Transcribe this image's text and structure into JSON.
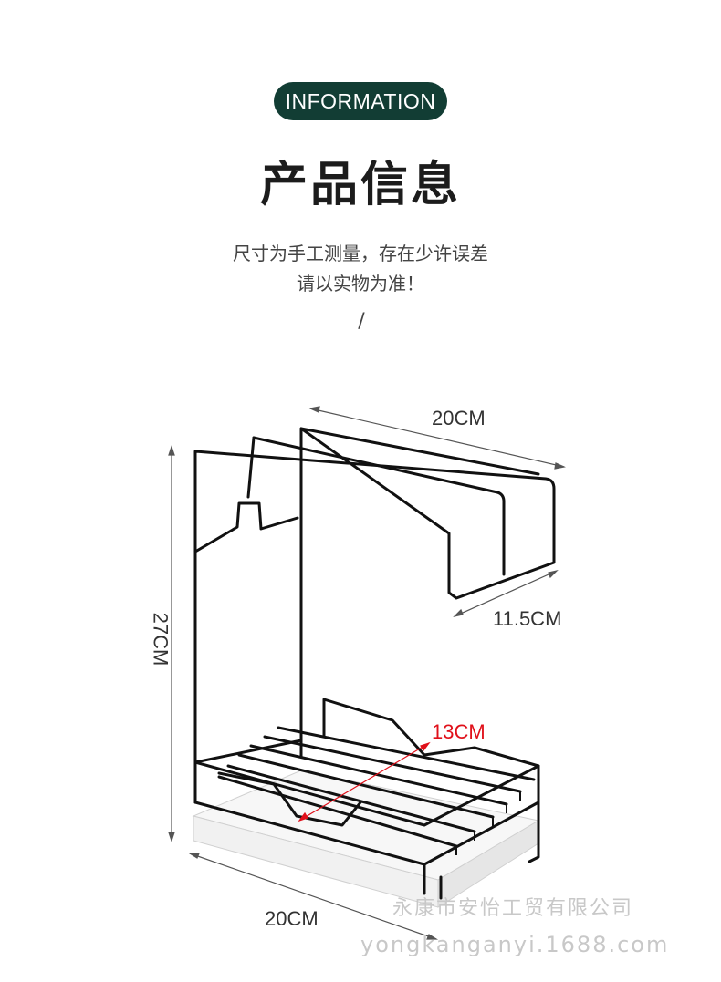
{
  "badge": {
    "label": "INFORMATION",
    "color": "#123d34"
  },
  "title": "产品信息",
  "subtitle": {
    "line1": "尺寸为手工测量，存在少许误差",
    "line2": "请以实物为准！"
  },
  "separator": "/",
  "dimensions": {
    "top_width": "20CM",
    "depth": "11.5CM",
    "height": "27CM",
    "inner_length": "13CM",
    "bottom_width": "20CM",
    "highlight_color": "#e0101a"
  },
  "watermark": {
    "line1": "永康市安怡工贸有限公司",
    "line2": "yongkanganyi.1688.com"
  }
}
